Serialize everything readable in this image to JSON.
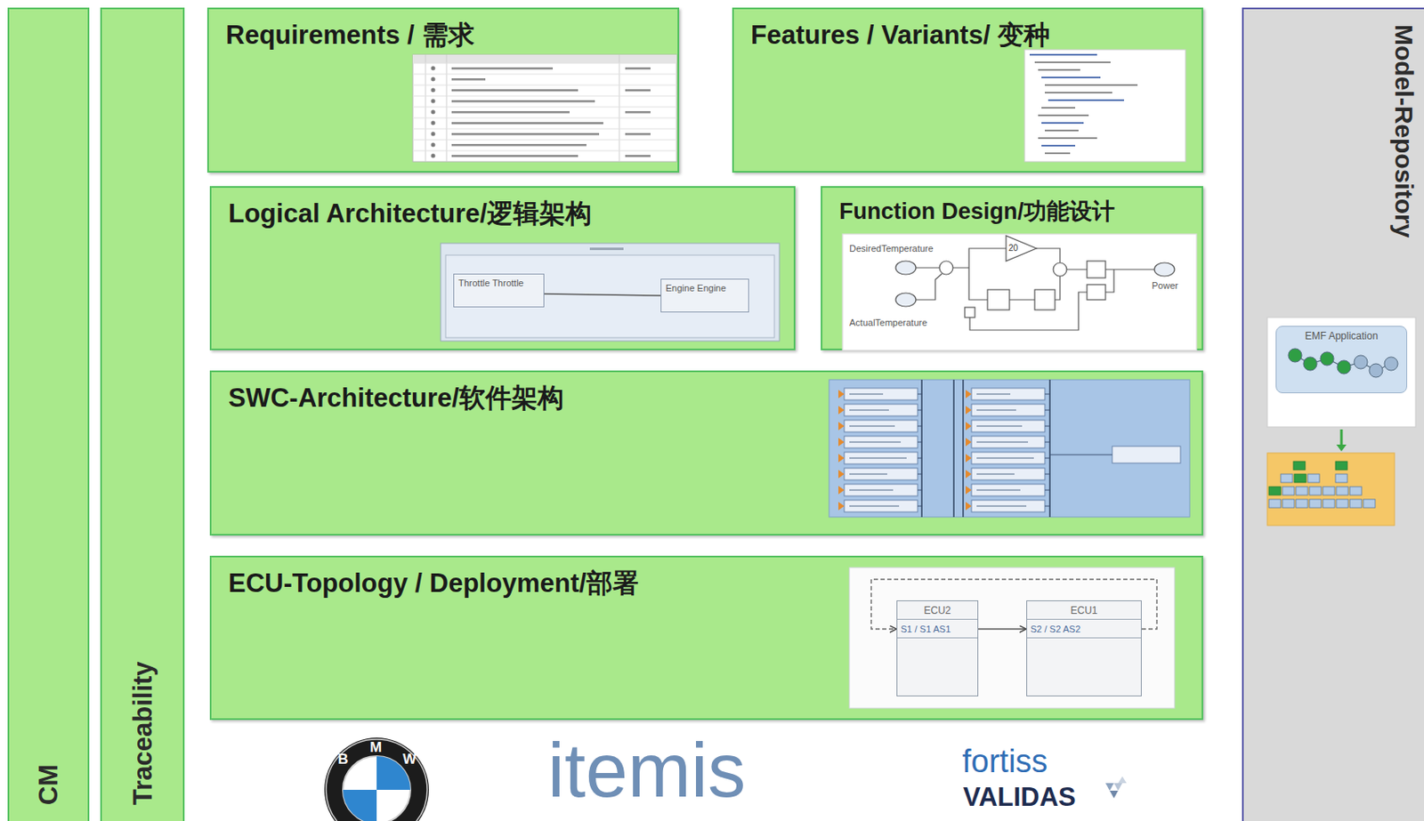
{
  "diagram": {
    "nodes": [
      {
        "text": [
          "CM"
        ]
      },
      {
        "text": [
          "Traceability"
        ]
      },
      {
        "text": [
          "Requirements / 需求"
        ]
      },
      {
        "text": [
          "Features / Variants/ 变种"
        ]
      },
      {
        "text": [
          "Logical Architecture/逻辑架构"
        ]
      },
      {
        "text": [
          "Throttle Throttle"
        ],
        "in": 4
      },
      {
        "text": [
          "Engine Engine"
        ],
        "in": 4
      },
      {
        "text": [
          "Function Design/功能设计"
        ]
      },
      {
        "text": [
          "SWC-Architecture/软件架构"
        ]
      },
      {
        "text": [
          "ECU-Topology / Deployment/部署"
        ]
      },
      {
        "text": [
          "ECU2",
          "S1 / S1 AS1"
        ],
        "in": 9
      },
      {
        "text": [
          "ECU1",
          "S2 / S2 AS2"
        ],
        "in": 9
      },
      {
        "text": [
          "Model-Repository"
        ]
      },
      {
        "text": [
          "EMF Application"
        ],
        "in": 12
      }
    ],
    "edges": [
      {
        "from": 5,
        "to": 6,
        "arrow": "none"
      },
      {
        "from": 10,
        "to": 11,
        "arrow": "to"
      },
      {
        "from": 11,
        "to": 10,
        "arrow": "to"
      }
    ],
    "labels": [
      "DesiredTemperature",
      "ActualTemperature",
      "20",
      "Power",
      "B",
      "M",
      "W",
      "itemis",
      "fortiss",
      "VALIDAS"
    ]
  }
}
